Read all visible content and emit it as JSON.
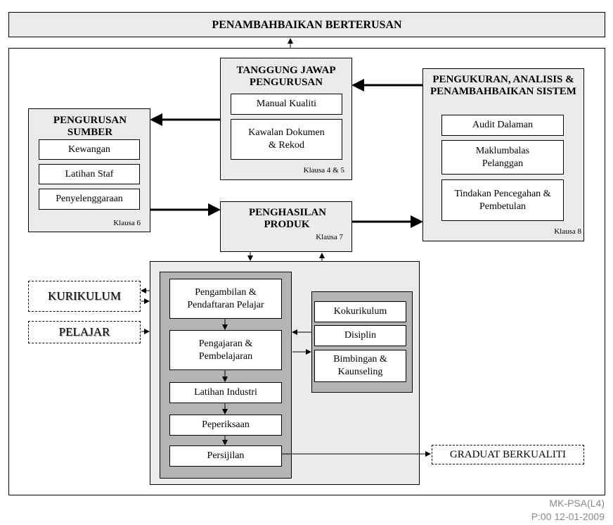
{
  "top_banner": "PENAMBAHBAIKAN BERTERUSAN",
  "tanggung_jawap": {
    "title": "TANGGUNG JAWAP PENGURUSAN",
    "items": [
      "Manual Kualiti",
      "Kawalan Dokumen & Rekod"
    ],
    "klausa": "Klausa 4 & 5"
  },
  "pengurusan_sumber": {
    "title": "PENGURUSAN SUMBER",
    "items": [
      "Kewangan",
      "Latihan Staf",
      "Penyelenggaraan"
    ],
    "klausa": "Klausa 6"
  },
  "pengukuran": {
    "title": "PENGUKURAN, ANALISIS & PENAMBAHBAIKAN SISTEM",
    "items": [
      "Audit Dalaman",
      "Maklumbalas Pelanggan",
      "Tindakan Pencegahan & Pembetulan"
    ],
    "klausa": "Klausa 8"
  },
  "penghasilan": {
    "title": "PENGHASILAN PRODUK",
    "klausa": "Klausa 7"
  },
  "inputs": [
    "KURIKULUM",
    "PELAJAR"
  ],
  "process_steps": [
    "Pengambilan & Pendaftaran Pelajar",
    "Pengajaran & Pembelajaran",
    "Latihan Industri",
    "Peperiksaan",
    "Persijilan"
  ],
  "support": [
    "Kokurikulum",
    "Disiplin",
    "Bimbingan & Kaunseling"
  ],
  "output": "GRADUAT BERKUALITI",
  "footer": {
    "code": "MK-PSA(L4)",
    "date": "P:00 12-01-2009"
  }
}
